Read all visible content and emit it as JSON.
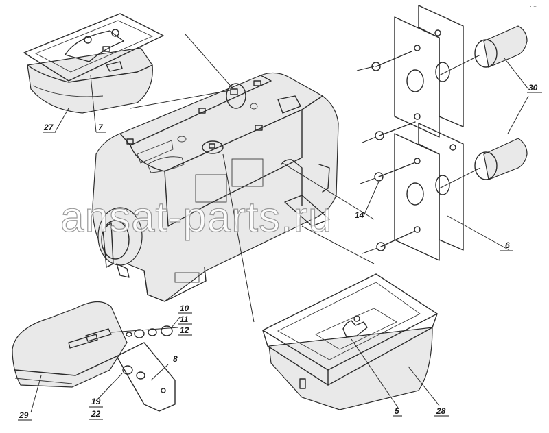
{
  "watermark": "ansat-parts.ru",
  "callouts": {
    "c27": "27",
    "c7": "7",
    "c30": "30",
    "c14": "14",
    "c6": "6",
    "c10": "10",
    "c11": "11",
    "c12": "12",
    "c8": "8",
    "c19": "19",
    "c22": "22",
    "c29": "29",
    "c5": "5",
    "c28": "28"
  },
  "colors": {
    "ink": "#2b2b2b",
    "shade": "#e9e9e9",
    "background": "#ffffff"
  }
}
